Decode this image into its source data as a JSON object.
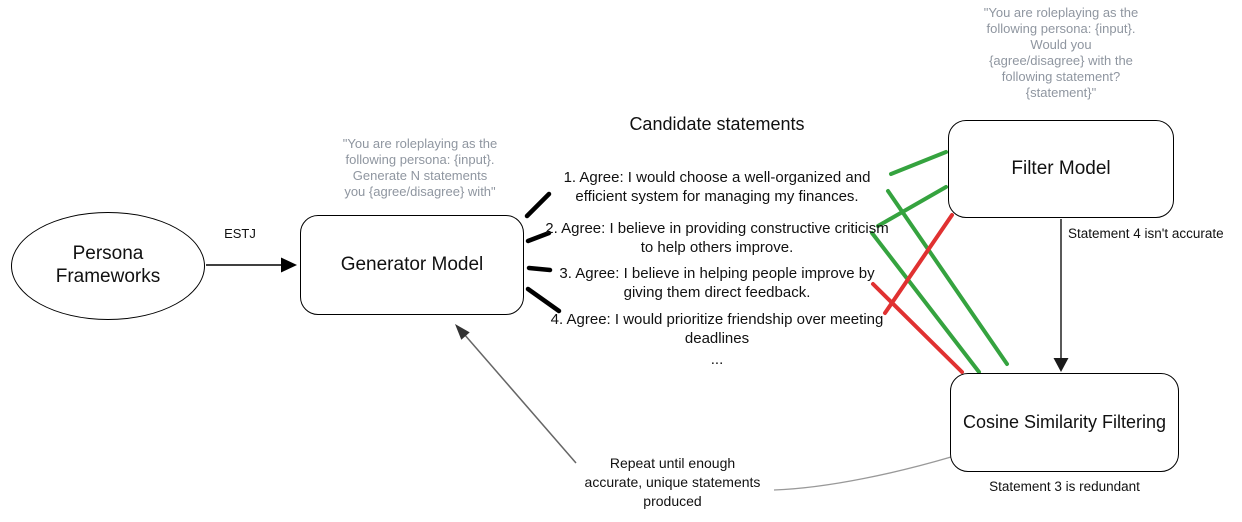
{
  "diagram": {
    "section_title": "Candidate statements",
    "persona_frameworks": {
      "label": "Persona Frameworks"
    },
    "estj_label": "ESTJ",
    "generator": {
      "label": "Generator Model",
      "prompt": "\"You are roleplaying as the\nfollowing persona: {input}.\nGenerate N statements\nyou {agree/disagree} with\""
    },
    "filter": {
      "label": "Filter Model",
      "prompt": "\"You are roleplaying as the\nfollowing persona: {input}.\nWould you\n{agree/disagree} with the\nfollowing statement?\n{statement}\""
    },
    "cosine": {
      "label": "Cosine Similarity Filtering"
    },
    "statements": [
      {
        "text": "1. Agree: I would choose a well-organized and efficient system for managing my finances."
      },
      {
        "text": "2. Agree: I believe in providing constructive criticism to help others improve."
      },
      {
        "text": "3. Agree: I believe in helping people improve by giving them direct feedback."
      },
      {
        "text": "4. Agree: I would prioritize friendship over meeting deadlines"
      }
    ],
    "ellipsis": "...",
    "annotations": {
      "filter_note": "Statement 4 isn't accurate",
      "cosine_note": "Statement 3 is redundant",
      "repeat_note": "Repeat until enough\naccurate, unique statements\nproduced"
    },
    "colors": {
      "accept_green": "#35a33f",
      "reject_red": "#e03131",
      "prompt_gray": "#8f96a0",
      "loop_arrow_gray": "#888888"
    }
  }
}
